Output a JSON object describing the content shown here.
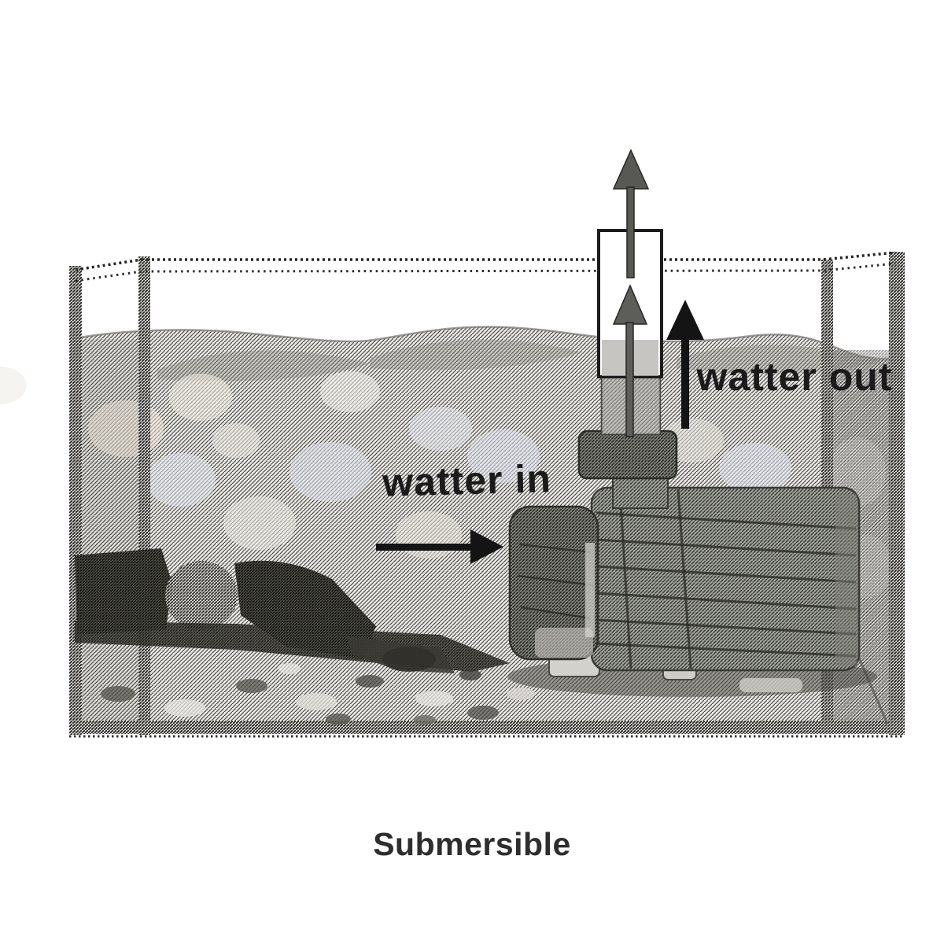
{
  "figure": {
    "caption": "Submersible",
    "labels": {
      "water_in": "watter in",
      "water_out": "watter out"
    },
    "flow": {
      "in_direction": "right",
      "out_direction": "up"
    },
    "icons": {
      "water_in_arrow": "→",
      "water_out_arrow": "↑",
      "outlet_pipe_arrow_top": "↑",
      "outlet_pipe_arrow_inner": "↑"
    },
    "colors": {
      "background": "#ffffff",
      "ink": "#1b1b1b",
      "caption_text": "#2e2e2e",
      "water_tone": "#b7b5b1",
      "pump_tone": "#9da09b",
      "rock_tone": "#4c4c45"
    }
  }
}
